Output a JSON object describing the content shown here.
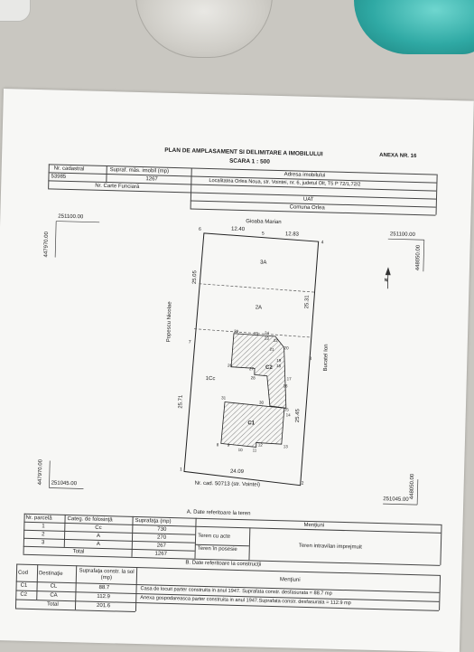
{
  "annex": "ANEXA NR. 16",
  "plan_title": "PLAN DE AMPLASAMENT SI DELIMITARE A IMOBILULUI",
  "scale": "SCARA 1 : 500",
  "header_table": {
    "nr_cadastral_label": "Nr. cadastral",
    "nr_cadastral_value": "53985",
    "suprafata_label": "Supraf. măs. imobil (mp)",
    "suprafata_value": "1267",
    "carte_funciara_label": "Nr. Carte Funciară",
    "adresa_label": "Adresa imobilului",
    "adresa_value": "Localitatea Orlea Noua, str. Vointei, nr. 6, judetul Olt, T5 P 72/1,72/2",
    "uat_label": "UAT",
    "uat_value": "Comuna Orlea"
  },
  "plan": {
    "coord_top_left": "251100.00",
    "coord_top_right": "251100.00",
    "coord_bottom_left": "251045.00",
    "coord_bottom_right": "251045.00",
    "coord_left_top": "447970.00",
    "coord_left_bottom": "447970.00",
    "coord_right_top": "448050.00",
    "coord_right_bottom": "448050.00",
    "north": "N",
    "neighbor_top": "Gioaba Marian",
    "neighbor_left": "Popescu Nicolae",
    "neighbor_right": "Bucatel Ion",
    "dim_top_left": "12.40",
    "dim_top_right": "12.83",
    "dim_left_upper": "25.05",
    "dim_left_lower": "25.71",
    "dim_right_upper": "25.31",
    "dim_right_lower": "25.45",
    "dim_bottom": "24.09",
    "zone_3a": "3A",
    "zone_2a": "2A",
    "zone_1cc": "1Cc",
    "building_c1": "C1",
    "building_c2": "C2",
    "cad_number": "Nr. cad. 50713 (str. Vointei)",
    "points": {
      "p1": "1",
      "p2": "2",
      "p3": "3",
      "p4": "4",
      "p5": "5",
      "p6": "6",
      "p7": "7",
      "p8": "8",
      "p9": "9",
      "p10": "10",
      "p11": "11",
      "p12": "12",
      "p13": "13",
      "p14": "14",
      "p15": "15",
      "p16": "16",
      "p17": "17",
      "p18": "18",
      "p19": "19",
      "p20": "20",
      "p21": "21",
      "p22": "22",
      "p23": "23",
      "p24": "24",
      "p25": "25",
      "p26": "26",
      "p27": "27",
      "p28": "28",
      "p29": "29",
      "p30": "30",
      "p31": "31"
    }
  },
  "section_a": {
    "title": "A. Date referitoare la teren",
    "headers": [
      "Nr. parcelă",
      "Categ. de folosinţă",
      "Suprafaţa (mp)",
      "Menţiuni"
    ],
    "rows": [
      [
        "1",
        "Cc",
        "730"
      ],
      [
        "2",
        "A",
        "270"
      ],
      [
        "3",
        "A",
        "267"
      ]
    ],
    "total_label": "Total",
    "total_value": "1267",
    "teren_cu_acte": "Teren cu acte",
    "teren_in_posesie": "Teren în posesie",
    "mentiune": "Teren intravilan imprejmuit"
  },
  "section_b": {
    "title": "B. Date referitoare la construcţii",
    "headers": [
      "Cod",
      "Destinaţie",
      "Suprafaţa constr. la sol (mp)",
      "Menţiuni"
    ],
    "rows": [
      [
        "C1",
        "CL",
        "88.7",
        "Casa de locuit parter construita in anul 1947. Suprafata constr. desfasurata = 88.7 mp"
      ],
      [
        "C2",
        "CA",
        "112.9",
        "Anexa gospodareasca parter construita in anul 1947.Suprafata constr. desfasurata = 112.9 mp"
      ]
    ],
    "total_label": "Total",
    "total_value": "201.6"
  }
}
